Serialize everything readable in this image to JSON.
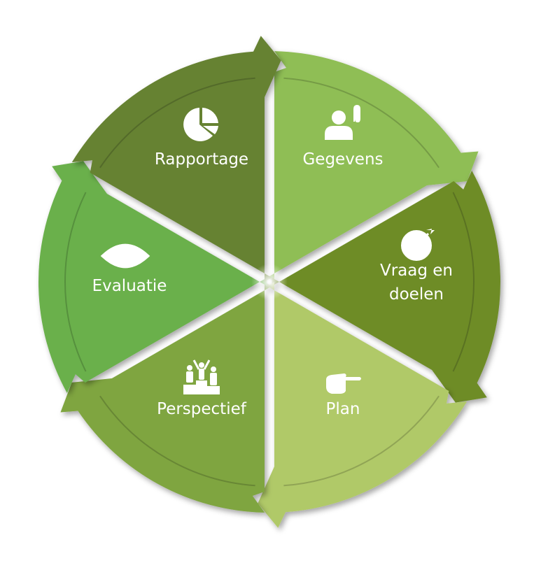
{
  "diagram": {
    "title": "",
    "type": "cycle",
    "direction": "clockwise",
    "segments": [
      {
        "id": "gegevens",
        "label_lines": [
          "Gegevens"
        ],
        "icon": "person-paperclip-icon",
        "color": "#8fbe55",
        "arrow_color": "#8fbe55"
      },
      {
        "id": "vraag-en-doelen",
        "label_lines": [
          "Vraag en",
          "doelen"
        ],
        "icon": "target-arrow-icon",
        "color": "#6e8c28",
        "arrow_color": "#6e8c28"
      },
      {
        "id": "plan",
        "label_lines": [
          "Plan"
        ],
        "icon": "pointing-hand-icon",
        "color": "#b0c967",
        "arrow_color": "#b0c967"
      },
      {
        "id": "perspectief",
        "label_lines": [
          "Perspectief"
        ],
        "icon": "podium-people-icon",
        "color": "#7fa540",
        "arrow_color": "#7fa540"
      },
      {
        "id": "evaluatie",
        "label_lines": [
          "Evaluatie"
        ],
        "icon": "eye-icon",
        "color": "#6ab04c",
        "arrow_color": "#6ab04c"
      },
      {
        "id": "rapportage",
        "label_lines": [
          "Rapportage"
        ],
        "icon": "pie-chart-icon",
        "color": "#668232",
        "arrow_color": "#668232"
      }
    ]
  }
}
